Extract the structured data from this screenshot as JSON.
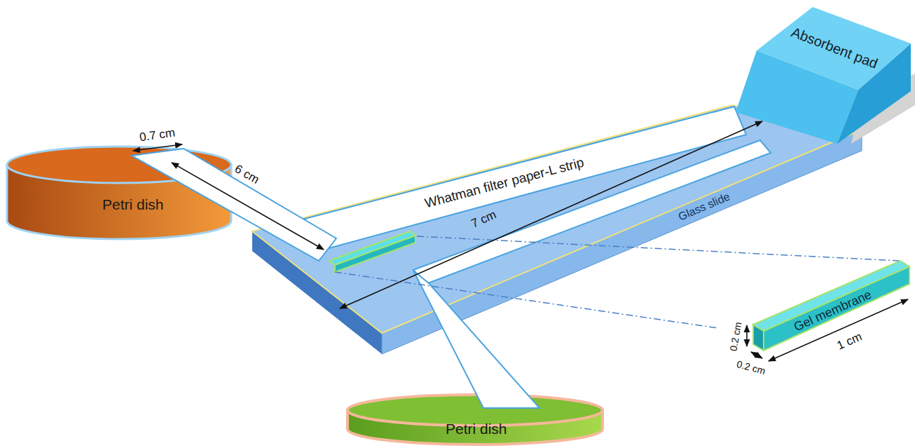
{
  "diagram": {
    "nodes": [
      {
        "text": [
          "Absorbent pad"
        ]
      },
      {
        "text": [
          "Petri dish"
        ]
      },
      {
        "text": [
          "Whatman filter paper-L strip"
        ]
      },
      {
        "text": [
          "Glass slide"
        ]
      },
      {
        "text": [
          "Gel membrane"
        ]
      },
      {
        "text": [
          "Petri dish"
        ]
      }
    ],
    "labels": [
      "0.7 cm",
      "6 cm",
      "7 cm",
      "0.2 cm",
      "0.2 cm",
      "1 cm"
    ]
  }
}
